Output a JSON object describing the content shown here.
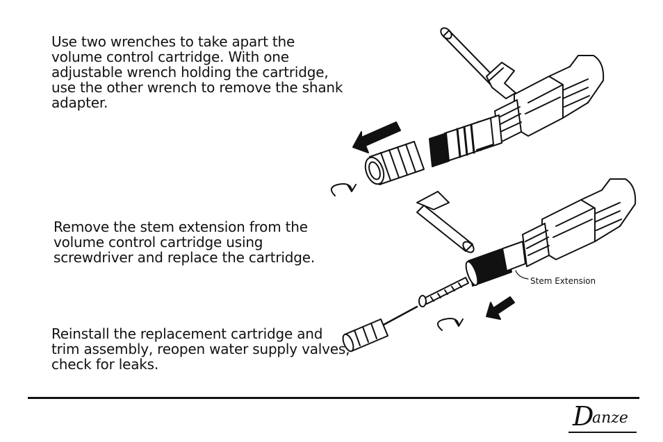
{
  "steps": [
    {
      "lines": [
        "Use two wrenches to take apart the",
        "volume control cartridge. With one",
        "adjustable wrench holding the cartridge,",
        "use the other wrench to remove the shank",
        "adapter."
      ]
    },
    {
      "lines": [
        "Remove the stem extension from the",
        "volume control cartridge using",
        "screwdriver and replace the cartridge."
      ]
    },
    {
      "lines": [
        "Reinstall the replacement cartridge and",
        "trim assembly, reopen water supply valves,",
        "check for leaks."
      ]
    }
  ],
  "callout": {
    "stem_extension": "Stem Extension"
  },
  "brand": {
    "logo_text": "Danze",
    "logo_initial": "D",
    "logo_rest": "anze"
  }
}
